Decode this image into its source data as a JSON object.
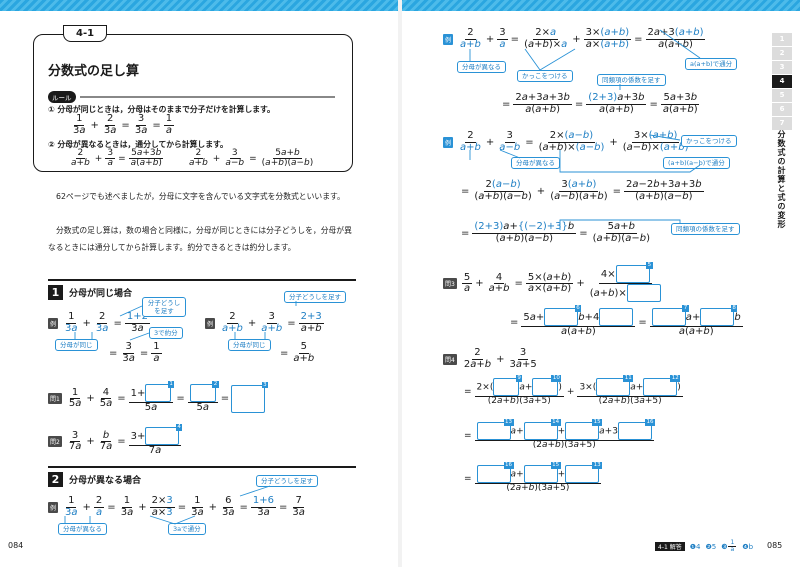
{
  "left": {
    "badge": "4-1",
    "title": "分数式の足し算",
    "rule_label": "ルール",
    "rule1": "① 分母が同じときは，分母はそのままで分子だけを計算します。",
    "rule2": "② 分母が異なるときは，通分してから計算します。",
    "para1": "62ページでも述べましたが，分母に文字を含んでいる文字式を分数式といいます。",
    "para2": "分数式の足し算は，数の場合と同様に，分母が同じときには分子どうしを，分母が異なるときには通分してから計算します。約分できるときは約分します。",
    "sec1": {
      "num": "1",
      "title": "分母が同じ場合"
    },
    "sec2": {
      "num": "2",
      "title": "分母が異なる場合"
    },
    "page_number": "084",
    "ex": "例",
    "q1": "問1",
    "q2": "問2",
    "callouts": {
      "bunshi_tasu": "分子どうしを足す",
      "bunbo_onaji": "分母が同じ",
      "yakubun3": "3で約分",
      "bunbo_kotonaru": "分母が異なる",
      "tsubun3a": "3aで通分"
    }
  },
  "right": {
    "page_number": "085",
    "ex": "例",
    "q3": "問3",
    "q4": "問4",
    "callouts": {
      "bunbo_kotonaru": "分母が異なる",
      "kakko": "かっこをつける",
      "doruikou": "同類項の係数を足す",
      "tsubun_ab": "a(a+b)で通分",
      "tsubun_ab2": "(a+b)(a−b)で通分"
    },
    "answers": {
      "label": "4-1 解答",
      "a1": "❶4",
      "a2": "❷5",
      "a3": "❸",
      "a3_num": "1",
      "a3_den": "a",
      "a4": "❹b"
    }
  },
  "tabs": [
    "1",
    "2",
    "3",
    "4",
    "5",
    "6",
    "7"
  ],
  "tab_active": "4",
  "chapter_title": "分数式の計算と式の変形",
  "q_labels": {
    "q1": "1",
    "q2": "2",
    "q3": "3",
    "q4": "4",
    "q5": "5",
    "q6": "6",
    "q7": "7",
    "q8": "8",
    "q9": "9",
    "q10": "10",
    "q11": "11",
    "q12": "12",
    "q13": "13",
    "q14": "14",
    "q15": "15",
    "q16": "16"
  },
  "colors": {
    "accent": "#2a92d6",
    "stripe": "#2aa6e0",
    "ink": "#1a1a1a"
  }
}
